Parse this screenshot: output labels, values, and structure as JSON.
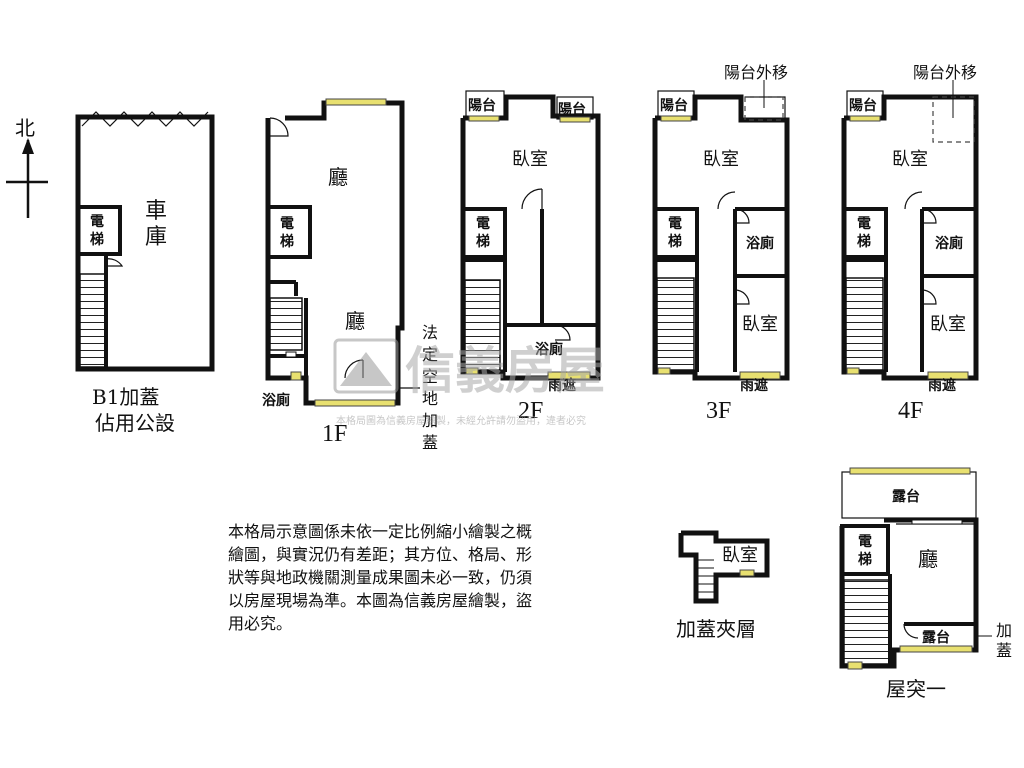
{
  "compass": {
    "north": "北"
  },
  "floors": {
    "b1": {
      "label_line1": "B1加蓋",
      "label_line2": "佔用公設",
      "garage": "車庫",
      "elevator": "電梯"
    },
    "f1": {
      "label": "1F",
      "hall_top": "廳",
      "hall_bottom": "廳",
      "elevator": "電梯",
      "bath": "浴廁",
      "side_note": "法定空地加蓋"
    },
    "f2": {
      "label": "2F",
      "balcony_left": "陽台",
      "balcony_right": "陽台",
      "bedroom": "臥室",
      "elevator": "電梯",
      "bath": "浴廁",
      "canopy": "雨遮"
    },
    "f3": {
      "label": "3F",
      "balcony": "陽台",
      "balcony_moved": "陽台外移",
      "bedroom_top": "臥室",
      "elevator": "電梯",
      "bath": "浴廁",
      "bedroom_right": "臥室",
      "canopy": "雨遮"
    },
    "f4": {
      "label": "4F",
      "balcony": "陽台",
      "balcony_moved": "陽台外移",
      "bedroom_top": "臥室",
      "elevator": "電梯",
      "bath": "浴廁",
      "bedroom_right": "臥室",
      "canopy": "雨遮"
    },
    "mezzanine": {
      "label": "加蓋夾層",
      "bedroom": "臥室"
    },
    "roof": {
      "label": "屋突一",
      "terrace_top": "露台",
      "hall": "廳",
      "elevator": "電梯",
      "terrace_bottom": "露台",
      "side_note": "加蓋"
    }
  },
  "disclaimer_lines": [
    "本格局示意圖係未依一定比例縮小繪製之概",
    "繪圖，與實況仍有差距；其方位、格局、形",
    "狀等與地政機關測量成果圖未必一致，仍須",
    "以房屋現場為準。本圖為信義房屋繪製，盜",
    "用必究。"
  ],
  "watermark": {
    "brand": "信義房屋",
    "fine_print": "本格局圖為信義房屋繪製，未經允許請勿盜用，違者必究"
  },
  "colors": {
    "wall": "#111111",
    "window": "#e8e070",
    "watermark": "#b8b8b8"
  }
}
